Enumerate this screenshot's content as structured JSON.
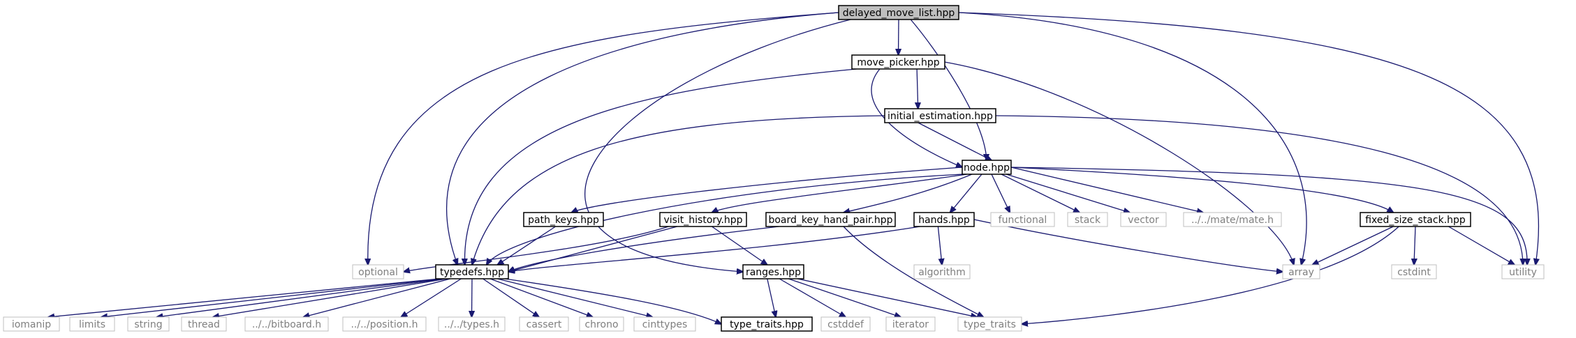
{
  "diagram": {
    "title": "delayed_move_list.hpp",
    "colors": {
      "edge": "#191970",
      "root_fill": "#bfbfbf",
      "internal_border": "#000000",
      "external_border": "#bfbfbf",
      "external_text": "#7f7f7f"
    },
    "nodes": [
      {
        "id": "delayed_move_list",
        "label": "delayed_move_list.hpp",
        "kind": "root"
      },
      {
        "id": "move_picker",
        "label": "move_picker.hpp",
        "kind": "internal"
      },
      {
        "id": "initial_estimation",
        "label": "initial_estimation.hpp",
        "kind": "internal"
      },
      {
        "id": "node",
        "label": "node.hpp",
        "kind": "internal"
      },
      {
        "id": "path_keys",
        "label": "path_keys.hpp",
        "kind": "internal"
      },
      {
        "id": "visit_history",
        "label": "visit_history.hpp",
        "kind": "internal"
      },
      {
        "id": "board_key_hand_pair",
        "label": "board_key_hand_pair.hpp",
        "kind": "internal"
      },
      {
        "id": "hands",
        "label": "hands.hpp",
        "kind": "internal"
      },
      {
        "id": "functional",
        "label": "functional",
        "kind": "external"
      },
      {
        "id": "stack",
        "label": "stack",
        "kind": "external"
      },
      {
        "id": "vector",
        "label": "vector",
        "kind": "external"
      },
      {
        "id": "mate_h",
        "label": "../../mate/mate.h",
        "kind": "external"
      },
      {
        "id": "fixed_size_stack",
        "label": "fixed_size_stack.hpp",
        "kind": "internal"
      },
      {
        "id": "optional",
        "label": "optional",
        "kind": "external"
      },
      {
        "id": "typedefs",
        "label": "typedefs.hpp",
        "kind": "internal"
      },
      {
        "id": "ranges",
        "label": "ranges.hpp",
        "kind": "internal"
      },
      {
        "id": "algorithm",
        "label": "algorithm",
        "kind": "external"
      },
      {
        "id": "array",
        "label": "array",
        "kind": "external"
      },
      {
        "id": "cstdint",
        "label": "cstdint",
        "kind": "external"
      },
      {
        "id": "utility",
        "label": "utility",
        "kind": "external"
      },
      {
        "id": "iomanip",
        "label": "iomanip",
        "kind": "external"
      },
      {
        "id": "limits",
        "label": "limits",
        "kind": "external"
      },
      {
        "id": "string",
        "label": "string",
        "kind": "external"
      },
      {
        "id": "thread",
        "label": "thread",
        "kind": "external"
      },
      {
        "id": "bitboard_h",
        "label": "../../bitboard.h",
        "kind": "external"
      },
      {
        "id": "position_h",
        "label": "../../position.h",
        "kind": "external"
      },
      {
        "id": "types_h",
        "label": "../../types.h",
        "kind": "external"
      },
      {
        "id": "cassert",
        "label": "cassert",
        "kind": "external"
      },
      {
        "id": "chrono",
        "label": "chrono",
        "kind": "external"
      },
      {
        "id": "cinttypes",
        "label": "cinttypes",
        "kind": "external"
      },
      {
        "id": "type_traits_hpp",
        "label": "type_traits.hpp",
        "kind": "internal"
      },
      {
        "id": "cstddef",
        "label": "cstddef",
        "kind": "external"
      },
      {
        "id": "iterator",
        "label": "iterator",
        "kind": "external"
      },
      {
        "id": "type_traits",
        "label": "type_traits",
        "kind": "external"
      }
    ],
    "edges": [
      {
        "from": "delayed_move_list",
        "to": "move_picker"
      },
      {
        "from": "delayed_move_list",
        "to": "node"
      },
      {
        "from": "delayed_move_list",
        "to": "optional"
      },
      {
        "from": "delayed_move_list",
        "to": "typedefs"
      },
      {
        "from": "delayed_move_list",
        "to": "ranges"
      },
      {
        "from": "delayed_move_list",
        "to": "array"
      },
      {
        "from": "delayed_move_list",
        "to": "utility"
      },
      {
        "from": "move_picker",
        "to": "initial_estimation"
      },
      {
        "from": "move_picker",
        "to": "node"
      },
      {
        "from": "move_picker",
        "to": "typedefs"
      },
      {
        "from": "move_picker",
        "to": "array"
      },
      {
        "from": "initial_estimation",
        "to": "node"
      },
      {
        "from": "initial_estimation",
        "to": "typedefs"
      },
      {
        "from": "initial_estimation",
        "to": "utility"
      },
      {
        "from": "node",
        "to": "path_keys"
      },
      {
        "from": "node",
        "to": "visit_history"
      },
      {
        "from": "node",
        "to": "board_key_hand_pair"
      },
      {
        "from": "node",
        "to": "hands"
      },
      {
        "from": "node",
        "to": "functional"
      },
      {
        "from": "node",
        "to": "stack"
      },
      {
        "from": "node",
        "to": "vector"
      },
      {
        "from": "node",
        "to": "mate_h"
      },
      {
        "from": "node",
        "to": "fixed_size_stack"
      },
      {
        "from": "node",
        "to": "typedefs"
      },
      {
        "from": "node",
        "to": "utility"
      },
      {
        "from": "path_keys",
        "to": "typedefs"
      },
      {
        "from": "visit_history",
        "to": "optional"
      },
      {
        "from": "visit_history",
        "to": "typedefs"
      },
      {
        "from": "visit_history",
        "to": "ranges"
      },
      {
        "from": "board_key_hand_pair",
        "to": "typedefs"
      },
      {
        "from": "board_key_hand_pair",
        "to": "type_traits"
      },
      {
        "from": "hands",
        "to": "typedefs"
      },
      {
        "from": "hands",
        "to": "algorithm"
      },
      {
        "from": "hands",
        "to": "array"
      },
      {
        "from": "fixed_size_stack",
        "to": "array"
      },
      {
        "from": "fixed_size_stack",
        "to": "cstdint"
      },
      {
        "from": "fixed_size_stack",
        "to": "utility"
      },
      {
        "from": "fixed_size_stack",
        "to": "type_traits"
      },
      {
        "from": "typedefs",
        "to": "iomanip"
      },
      {
        "from": "typedefs",
        "to": "limits"
      },
      {
        "from": "typedefs",
        "to": "string"
      },
      {
        "from": "typedefs",
        "to": "thread"
      },
      {
        "from": "typedefs",
        "to": "bitboard_h"
      },
      {
        "from": "typedefs",
        "to": "position_h"
      },
      {
        "from": "typedefs",
        "to": "types_h"
      },
      {
        "from": "typedefs",
        "to": "cassert"
      },
      {
        "from": "typedefs",
        "to": "chrono"
      },
      {
        "from": "typedefs",
        "to": "cinttypes"
      },
      {
        "from": "typedefs",
        "to": "type_traits_hpp"
      },
      {
        "from": "ranges",
        "to": "type_traits_hpp"
      },
      {
        "from": "ranges",
        "to": "cstddef"
      },
      {
        "from": "ranges",
        "to": "iterator"
      },
      {
        "from": "ranges",
        "to": "type_traits"
      }
    ]
  }
}
